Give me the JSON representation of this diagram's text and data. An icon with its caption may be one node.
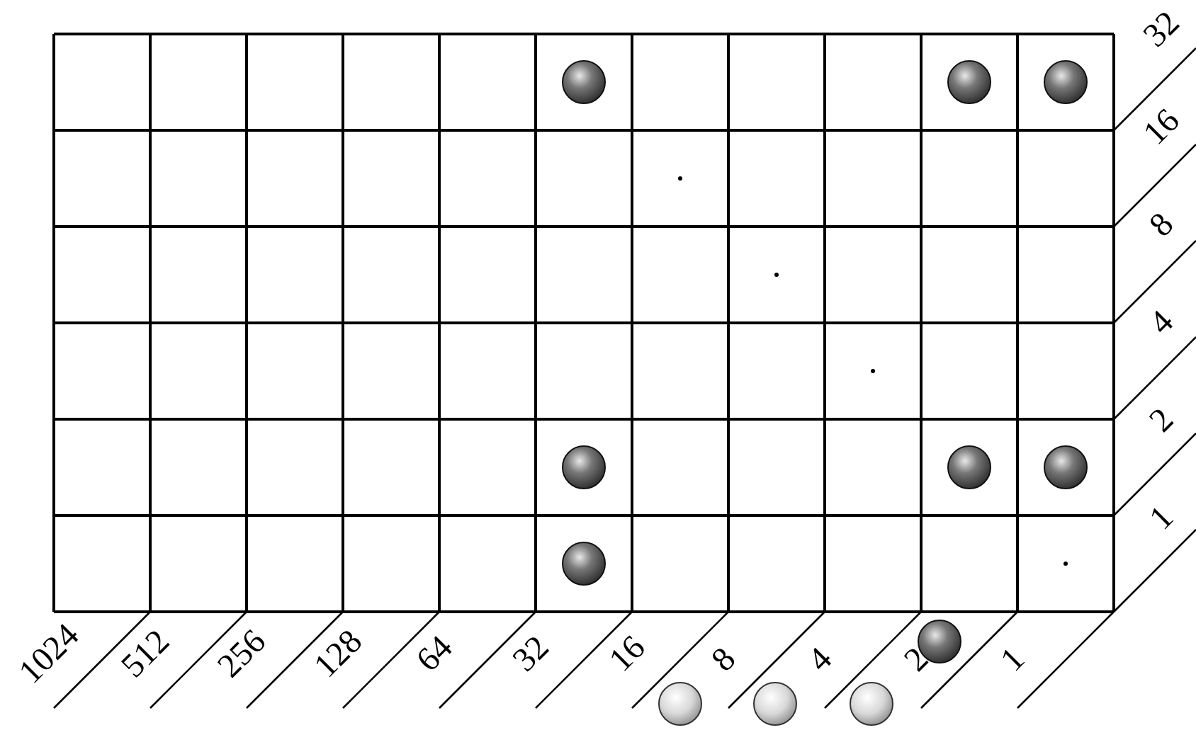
{
  "diagram": {
    "labels": [
      "32",
      "16",
      "8",
      "4",
      "2",
      "1",
      "1024",
      "512",
      "256",
      "128",
      "64",
      "32",
      "16",
      "8",
      "4",
      "2",
      "1"
    ]
  }
}
